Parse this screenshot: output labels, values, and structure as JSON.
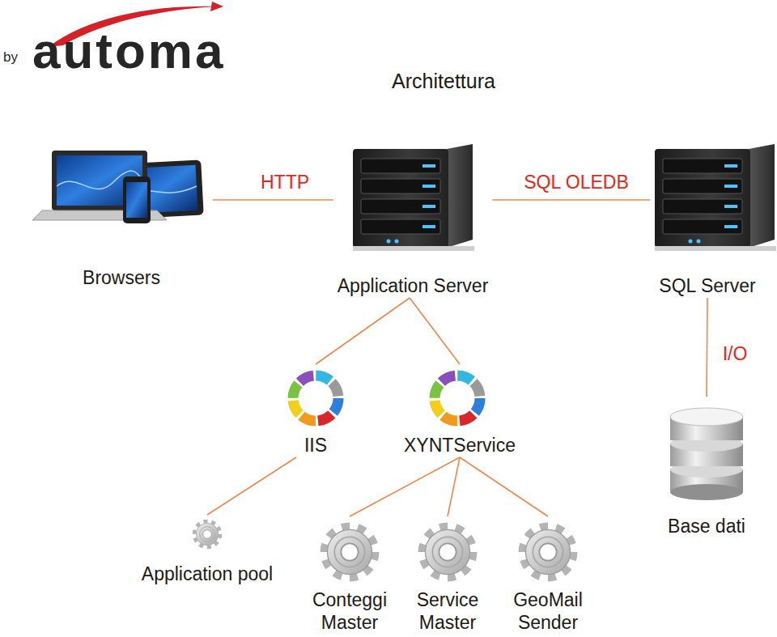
{
  "diagram": {
    "title": "Architettura",
    "nodes": [
      {
        "text": [
          "Browsers"
        ]
      },
      {
        "text": [
          "Application Server"
        ]
      },
      {
        "text": [
          "SQL Server"
        ]
      },
      {
        "text": [
          "IIS"
        ]
      },
      {
        "text": [
          "XYNTService"
        ]
      },
      {
        "text": [
          "Base dati"
        ]
      },
      {
        "text": [
          "Application pool"
        ]
      },
      {
        "text": [
          "Conteggi Master"
        ]
      },
      {
        "text": [
          "Service Master"
        ]
      },
      {
        "text": [
          "GeoMail Sender"
        ]
      }
    ],
    "edges": [
      {
        "from": 0,
        "to": 1,
        "label": "HTTP",
        "arrow": "none"
      },
      {
        "from": 1,
        "to": 2,
        "label": "SQL OLEDB",
        "arrow": "none"
      },
      {
        "from": 2,
        "to": 5,
        "label": "I/O",
        "arrow": "none"
      },
      {
        "from": 1,
        "to": 3,
        "arrow": "none"
      },
      {
        "from": 1,
        "to": 4,
        "arrow": "none"
      },
      {
        "from": 3,
        "to": 6,
        "arrow": "none"
      },
      {
        "from": 4,
        "to": 7,
        "arrow": "none"
      },
      {
        "from": 4,
        "to": 8,
        "arrow": "none"
      },
      {
        "from": 4,
        "to": 9,
        "arrow": "none"
      }
    ],
    "labels": [
      "by",
      "automa"
    ]
  }
}
